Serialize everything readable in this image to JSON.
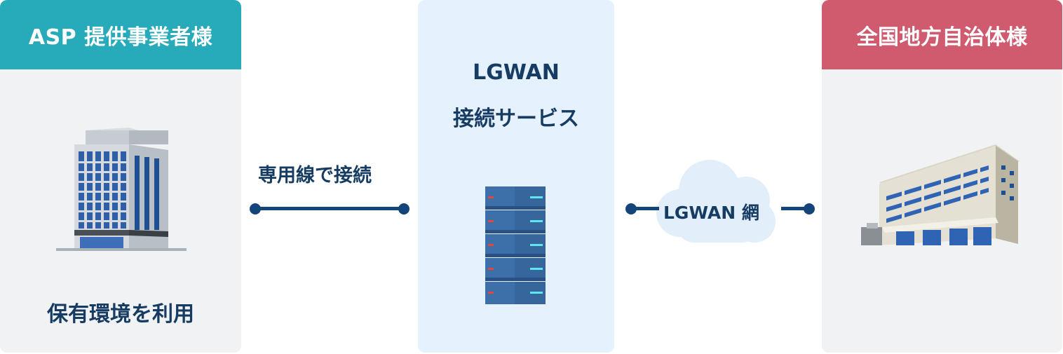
{
  "left_panel": {
    "header": "ASP 提供事業者様",
    "caption": "保有環境を利用",
    "header_color": "#27aab9",
    "icon": "office-building-icon"
  },
  "connection_left": {
    "label": "専用線で接続"
  },
  "center_panel": {
    "title_line1": "LGWAN",
    "title_line2": "接続サービス",
    "icon": "server-rack-icon"
  },
  "connection_right": {
    "label": "LGWAN 網",
    "icon": "cloud-icon"
  },
  "right_panel": {
    "header": "全国地方自治体様",
    "header_color": "#d05a6e",
    "icon": "government-building-icon"
  }
}
